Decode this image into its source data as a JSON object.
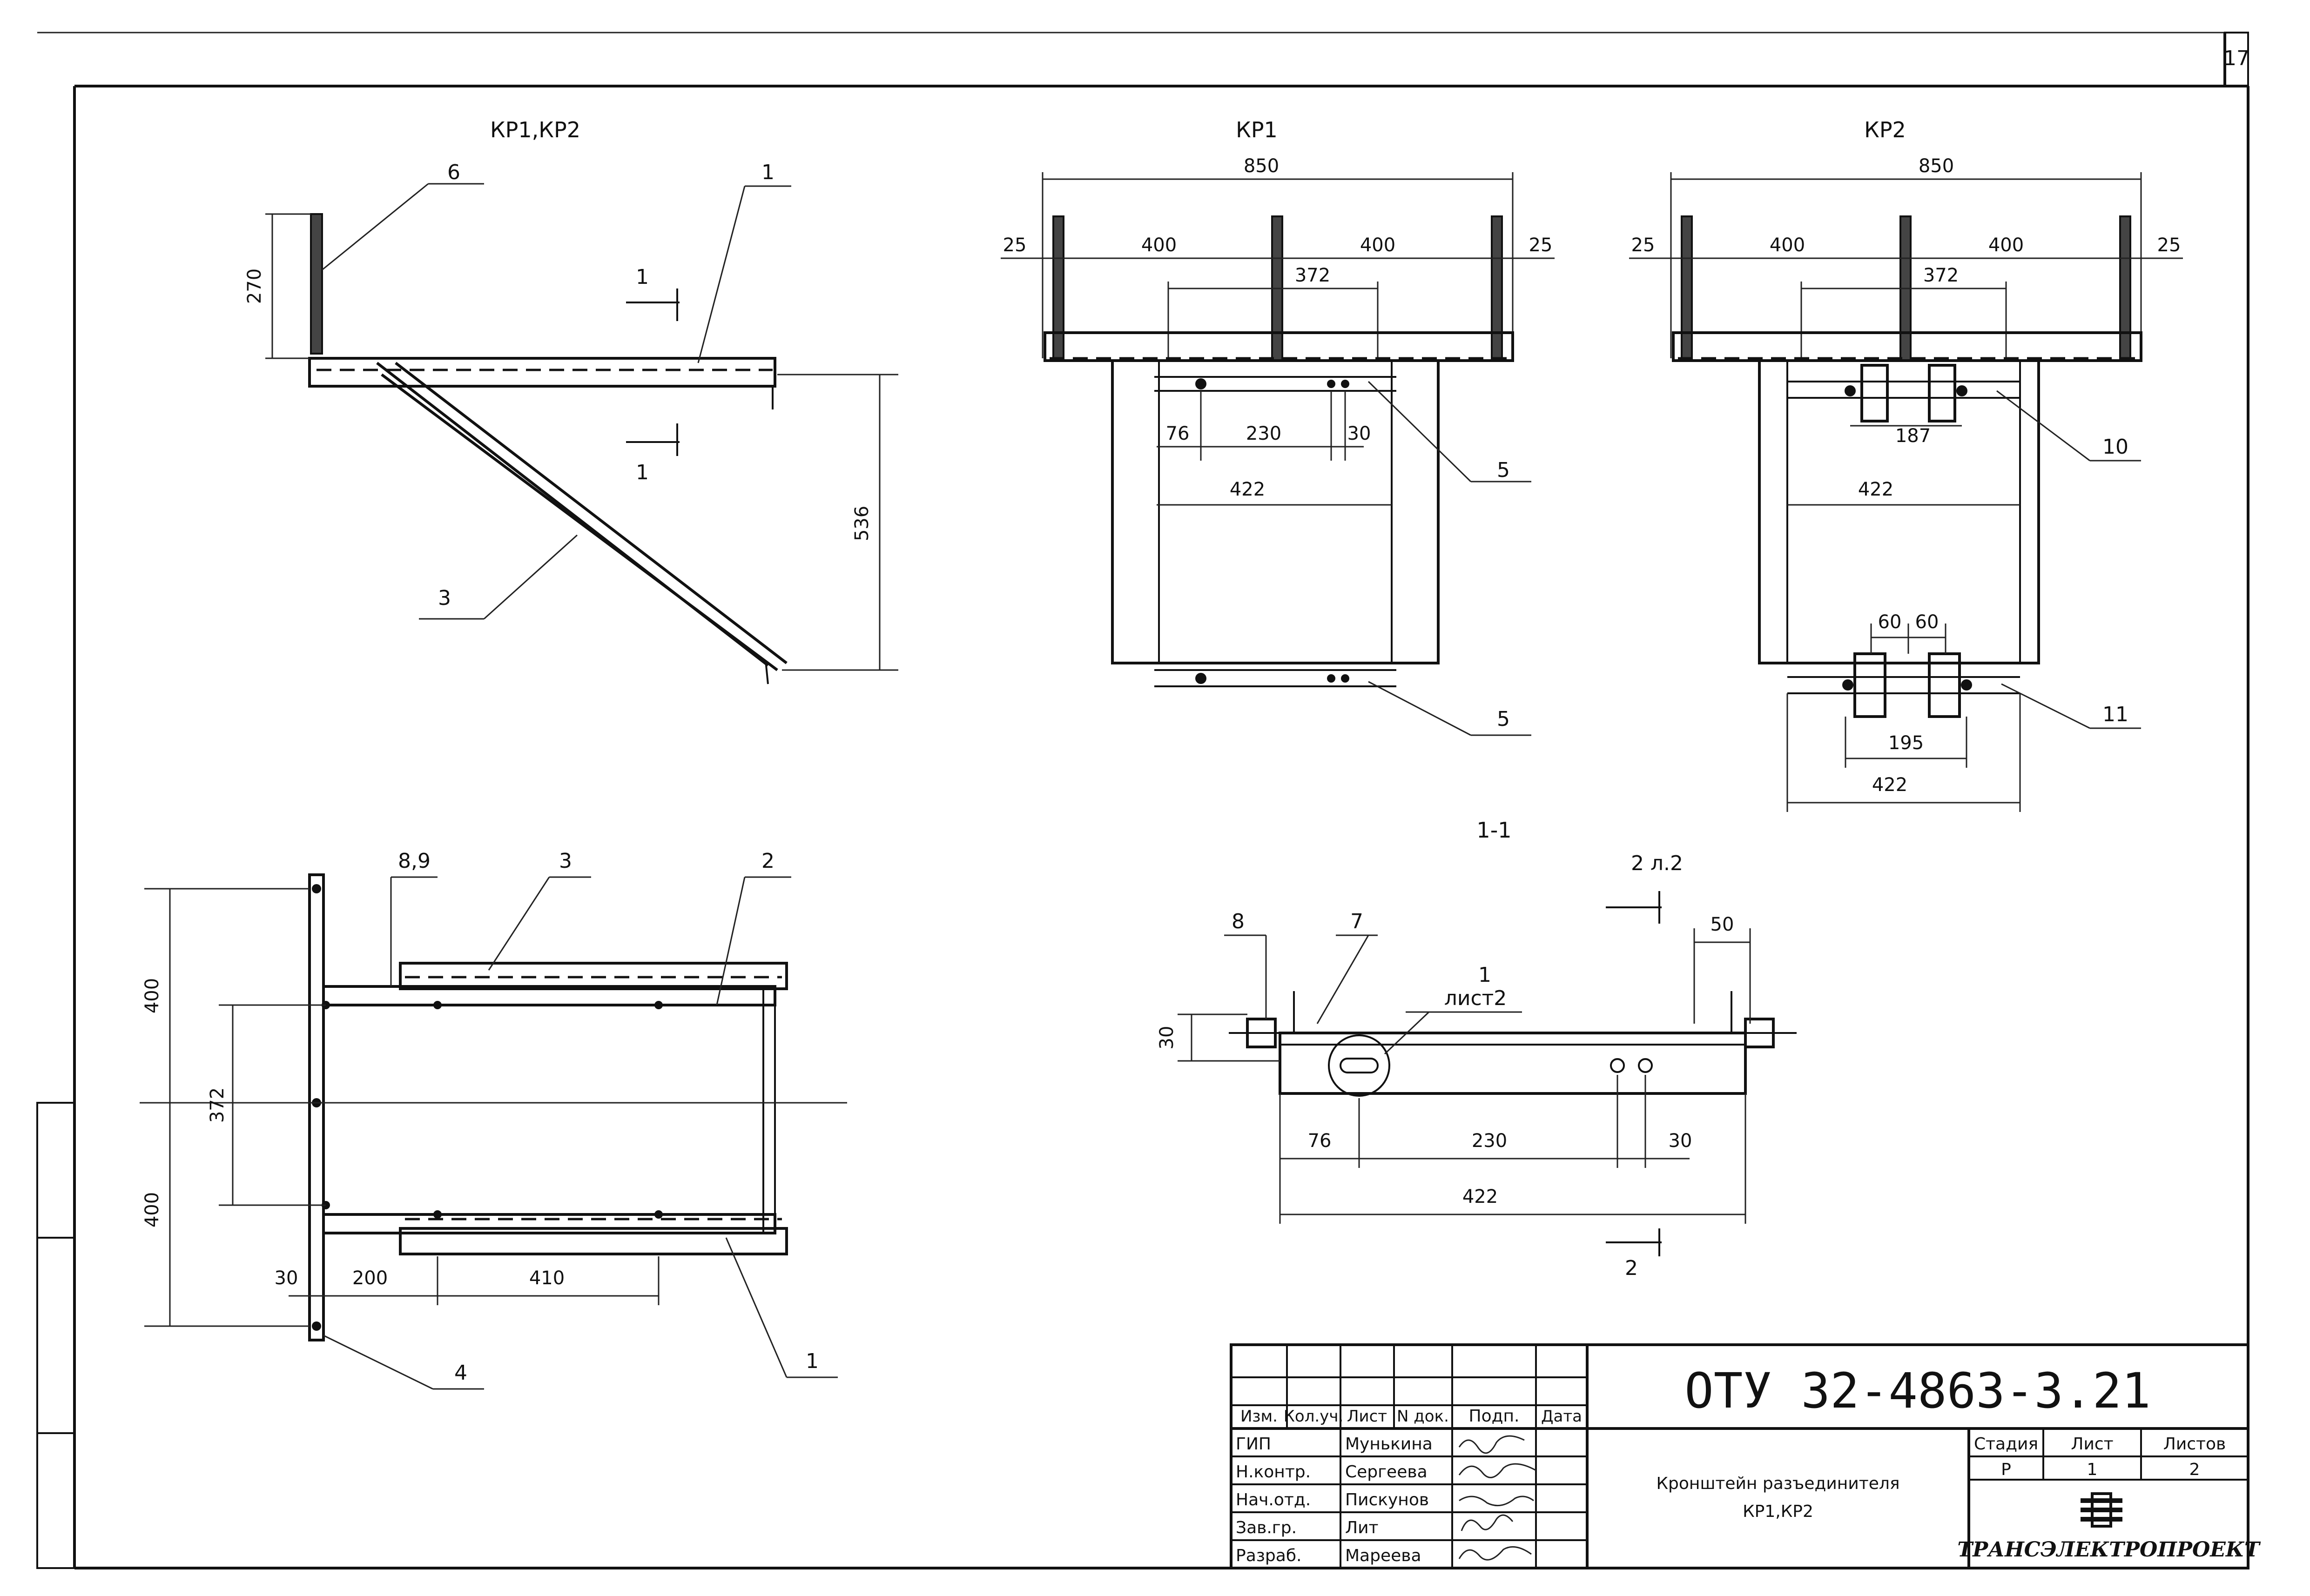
{
  "sheet_number": "17",
  "views": {
    "side": {
      "title": "КР1,КР2",
      "callouts": [
        "6",
        "1",
        "3"
      ],
      "section_mark": "1",
      "dims": [
        "270",
        "536"
      ]
    },
    "kr1": {
      "title": "КР1",
      "dims": [
        "850",
        "25",
        "400",
        "400",
        "25",
        "372",
        "76",
        "230",
        "30",
        "422"
      ],
      "callouts": [
        "5",
        "5"
      ]
    },
    "kr2": {
      "title": "КР2",
      "dims": [
        "850",
        "25",
        "400",
        "400",
        "25",
        "372",
        "187",
        "422",
        "60",
        "60",
        "195",
        "422"
      ],
      "callouts": [
        "10",
        "11"
      ]
    },
    "plan": {
      "callouts": [
        "8,9",
        "3",
        "2",
        "4",
        "1"
      ],
      "dims": [
        "400",
        "372",
        "400",
        "30",
        "200",
        "410"
      ]
    },
    "section": {
      "title": "1-1",
      "ref_top": "2  л.2",
      "ref_bottom": "2",
      "callouts": [
        "8",
        "7",
        "1",
        "лист2"
      ],
      "dims": [
        "50",
        "30",
        "76",
        "230",
        "30",
        "422"
      ]
    }
  },
  "title_block": {
    "doc_code": "ОТУ 32-4863-3.21",
    "header_cols": [
      "Изм.",
      "Кол.уч.",
      "Лист",
      "N док.",
      "Подп.",
      "Дата"
    ],
    "roles": [
      {
        "role": "ГИП",
        "name": "Мунькина"
      },
      {
        "role": "Н.контр.",
        "name": "Сергеева"
      },
      {
        "role": "Нач.отд.",
        "name": "Пискунов"
      },
      {
        "role": "Зав.гр.",
        "name": "Лит"
      },
      {
        "role": "Разраб.",
        "name": "Мареева"
      }
    ],
    "description_line1": "Кронштейн разъединителя",
    "description_line2": "КР1,КР2",
    "stage_label": "Стадия",
    "sheet_label": "Лист",
    "sheets_label": "Листов",
    "stage_value": "Р",
    "sheet_value": "1",
    "sheets_value": "2",
    "company": "ТРАНСЭЛЕКТРОПРОЕКТ"
  }
}
